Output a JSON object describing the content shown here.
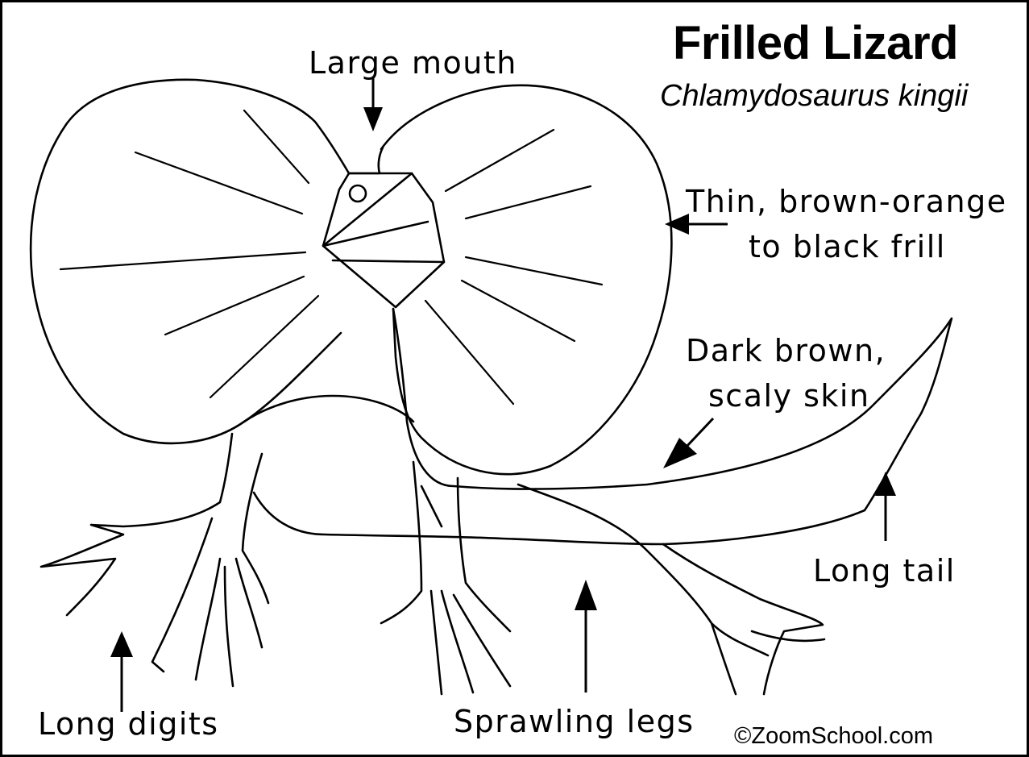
{
  "title": "Frilled Lizard",
  "subtitle": "Chlamydosaurus kingii",
  "labels": {
    "large_mouth": "Large mouth",
    "frill_line1": "Thin, brown-orange",
    "frill_line2": "to black frill",
    "skin_line1": "Dark brown,",
    "skin_line2": "scaly skin",
    "long_tail": "Long tail",
    "long_digits": "Long digits",
    "sprawling_legs": "Sprawling legs"
  },
  "copyright": "©ZoomSchool.com",
  "colors": {
    "ink": "#000000",
    "paper": "#ffffff"
  }
}
